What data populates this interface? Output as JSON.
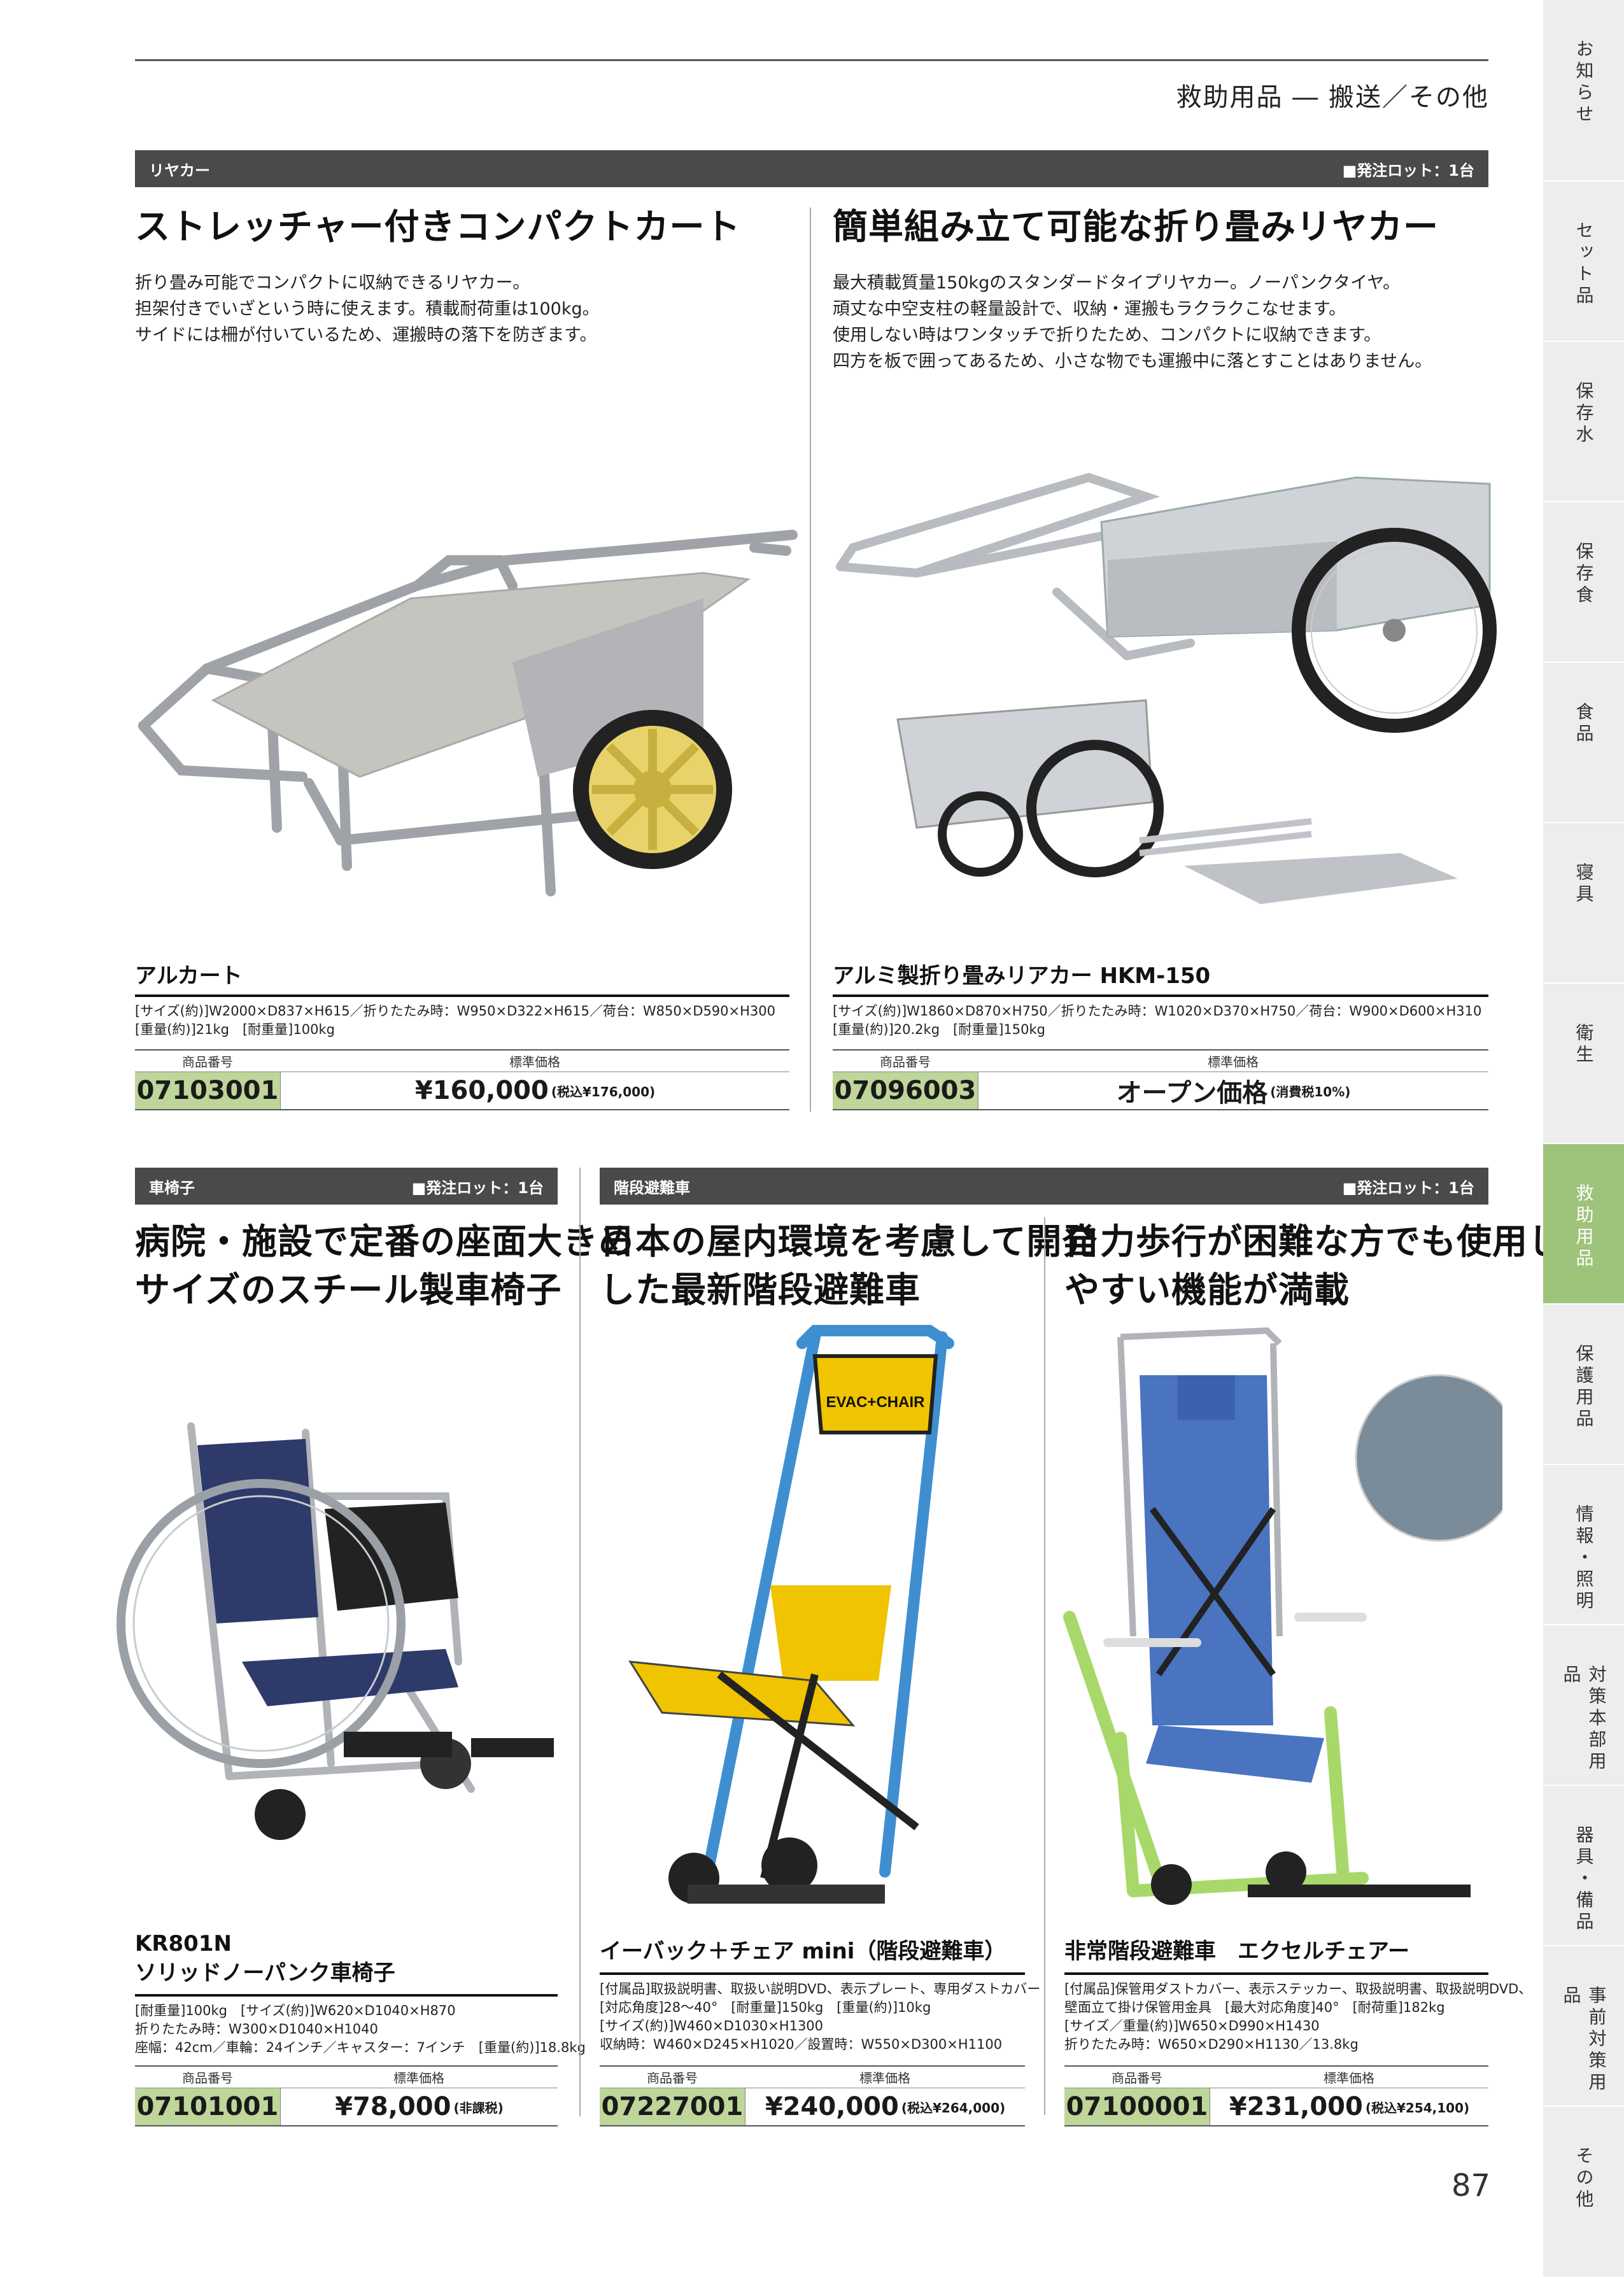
{
  "header": {
    "title": "救助用品 ― 搬送／その他",
    "page_number": "87"
  },
  "sidebar": {
    "tabs": [
      {
        "label": "お知らせ",
        "active": false
      },
      {
        "label": "セット品",
        "active": false
      },
      {
        "label": "保存水",
        "active": false
      },
      {
        "label": "保存食",
        "active": false
      },
      {
        "label": "食品",
        "active": false
      },
      {
        "label": "寝具",
        "active": false
      },
      {
        "label": "衛生",
        "active": false
      },
      {
        "label": "救助用品",
        "active": true
      },
      {
        "label": "保護用品",
        "active": false
      },
      {
        "label": "情報・照明",
        "active": false
      },
      {
        "label": "対策本部用品",
        "active": false
      },
      {
        "label": "器具・備品",
        "active": false
      },
      {
        "label": "事前対策用品",
        "active": false
      },
      {
        "label": "その他",
        "active": false
      }
    ],
    "active_color": "#9ec37a"
  },
  "section1": {
    "category": "リヤカー",
    "lot": "■発注ロット：1台"
  },
  "section2": {
    "category": "車椅子",
    "lot": "■発注ロット：1台"
  },
  "section3": {
    "category": "階段避難車",
    "lot": "■発注ロット：1台"
  },
  "table_labels": {
    "code": "商品番号",
    "price": "標準価格"
  },
  "products": [
    {
      "headline": "ストレッチャー付きコンパクトカート",
      "description": [
        "折り畳み可能でコンパクトに収納できるリヤカー。",
        "担架付きでいざという時に使えます。積載耐荷重は100kg。",
        "サイドには柵が付いているため、運搬時の落下を防ぎます。"
      ],
      "name": "アルカート",
      "specs": [
        "[サイズ(約)]W2000×D837×H615／折りたたみ時：W950×D322×H615／荷台：W850×D590×H300",
        "[重量(約)]21kg　[耐重量]100kg"
      ],
      "code": "07103001",
      "price": "¥160,000",
      "price_note": "(税込¥176,000)"
    },
    {
      "headline": "簡単組み立て可能な折り畳みリヤカー",
      "description": [
        "最大積載質量150kgのスタンダードタイプリヤカー。ノーパンクタイヤ。",
        "頑丈な中空支柱の軽量設計で、収納・運搬もラクラクこなせます。",
        "使用しない時はワンタッチで折りたため、コンパクトに収納できます。",
        "四方を板で囲ってあるため、小さな物でも運搬中に落とすことはありません。"
      ],
      "name": "アルミ製折り畳みリアカー HKM-150",
      "specs": [
        "[サイズ(約)]W1860×D870×H750／折りたたみ時：W1020×D370×H750／荷台：W900×D600×H310",
        "[重量(約)]20.2kg　[耐重量]150kg"
      ],
      "code": "07096003",
      "price": "オープン価格",
      "price_note": "(消費税10%)"
    },
    {
      "headline": [
        "病院・施設で定番の座面大きめ",
        "サイズのスチール製車椅子"
      ],
      "name": [
        "KR801N",
        "ソリッドノーパンク車椅子"
      ],
      "specs": [
        "[耐重量]100kg　[サイズ(約)]W620×D1040×H870",
        "折りたたみ時：W300×D1040×H1040",
        "座幅：42cm／車輪：24インチ／キャスター：7インチ　[重量(約)]18.8kg"
      ],
      "code": "07101001",
      "price": "¥78,000",
      "price_note": "(非課税)"
    },
    {
      "headline": [
        "日本の屋内環境を考慮して開発",
        "した最新階段避難車"
      ],
      "name": "イーバック＋チェア mini（階段避難車）",
      "specs": [
        "[付属品]取扱説明書、取扱い説明DVD、表示プレート、専用ダストカバー",
        "[対応角度]28～40°　[耐重量]150kg　[重量(約)]10kg",
        "[サイズ(約)]W460×D1030×H1300",
        "収納時：W460×D245×H1020／設置時：W550×D300×H1100"
      ],
      "code": "07227001",
      "price": "¥240,000",
      "price_note": "(税込¥264,000)",
      "logo_text": "EVAC+CHAIR"
    },
    {
      "headline": [
        "自力歩行が困難な方でも使用し",
        "やすい機能が満載"
      ],
      "name": "非常階段避難車　エクセルチェアー",
      "specs": [
        "[付属品]保管用ダストカバー、表示ステッカー、取扱説明書、取扱説明DVD、",
        "壁面立て掛け保管用金具　[最大対応角度]40°　[耐荷重]182kg",
        "[サイズ／重量(約)]W650×D990×H1430",
        "折りたたみ時：W650×D290×H1130／13.8kg"
      ],
      "code": "07100001",
      "price": "¥231,000",
      "price_note": "(税込¥254,100)"
    }
  ],
  "colors": {
    "bar": "#4a4a4a",
    "code_bg": "#bed69a",
    "tab_bg": "#ededed"
  }
}
